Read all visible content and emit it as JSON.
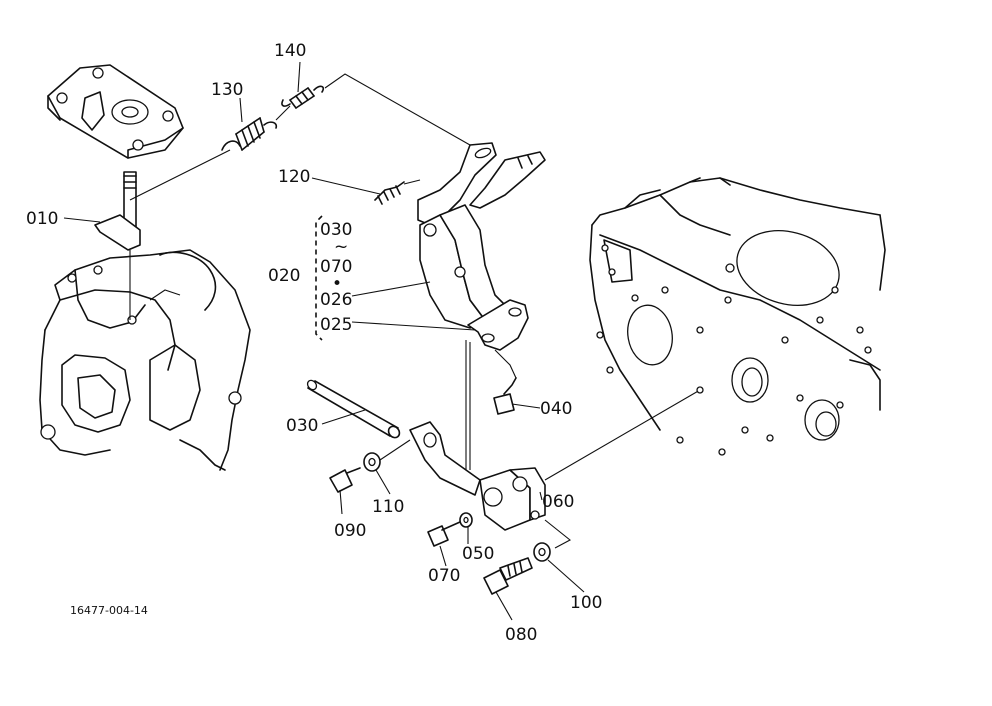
{
  "labels": {
    "p010": "010",
    "p020": "020",
    "p025": "025",
    "p026": "026",
    "p030_group": "030",
    "p030_part": "030",
    "p040": "040",
    "p050": "050",
    "p060": "060",
    "p070_group": "070",
    "p070_part": "070",
    "p080": "080",
    "p090": "090",
    "p100": "100",
    "p110": "110",
    "p120": "120",
    "p130": "130",
    "p140": "140",
    "tilde": "~",
    "dot": "•"
  },
  "figure_id": "16477-004-14"
}
